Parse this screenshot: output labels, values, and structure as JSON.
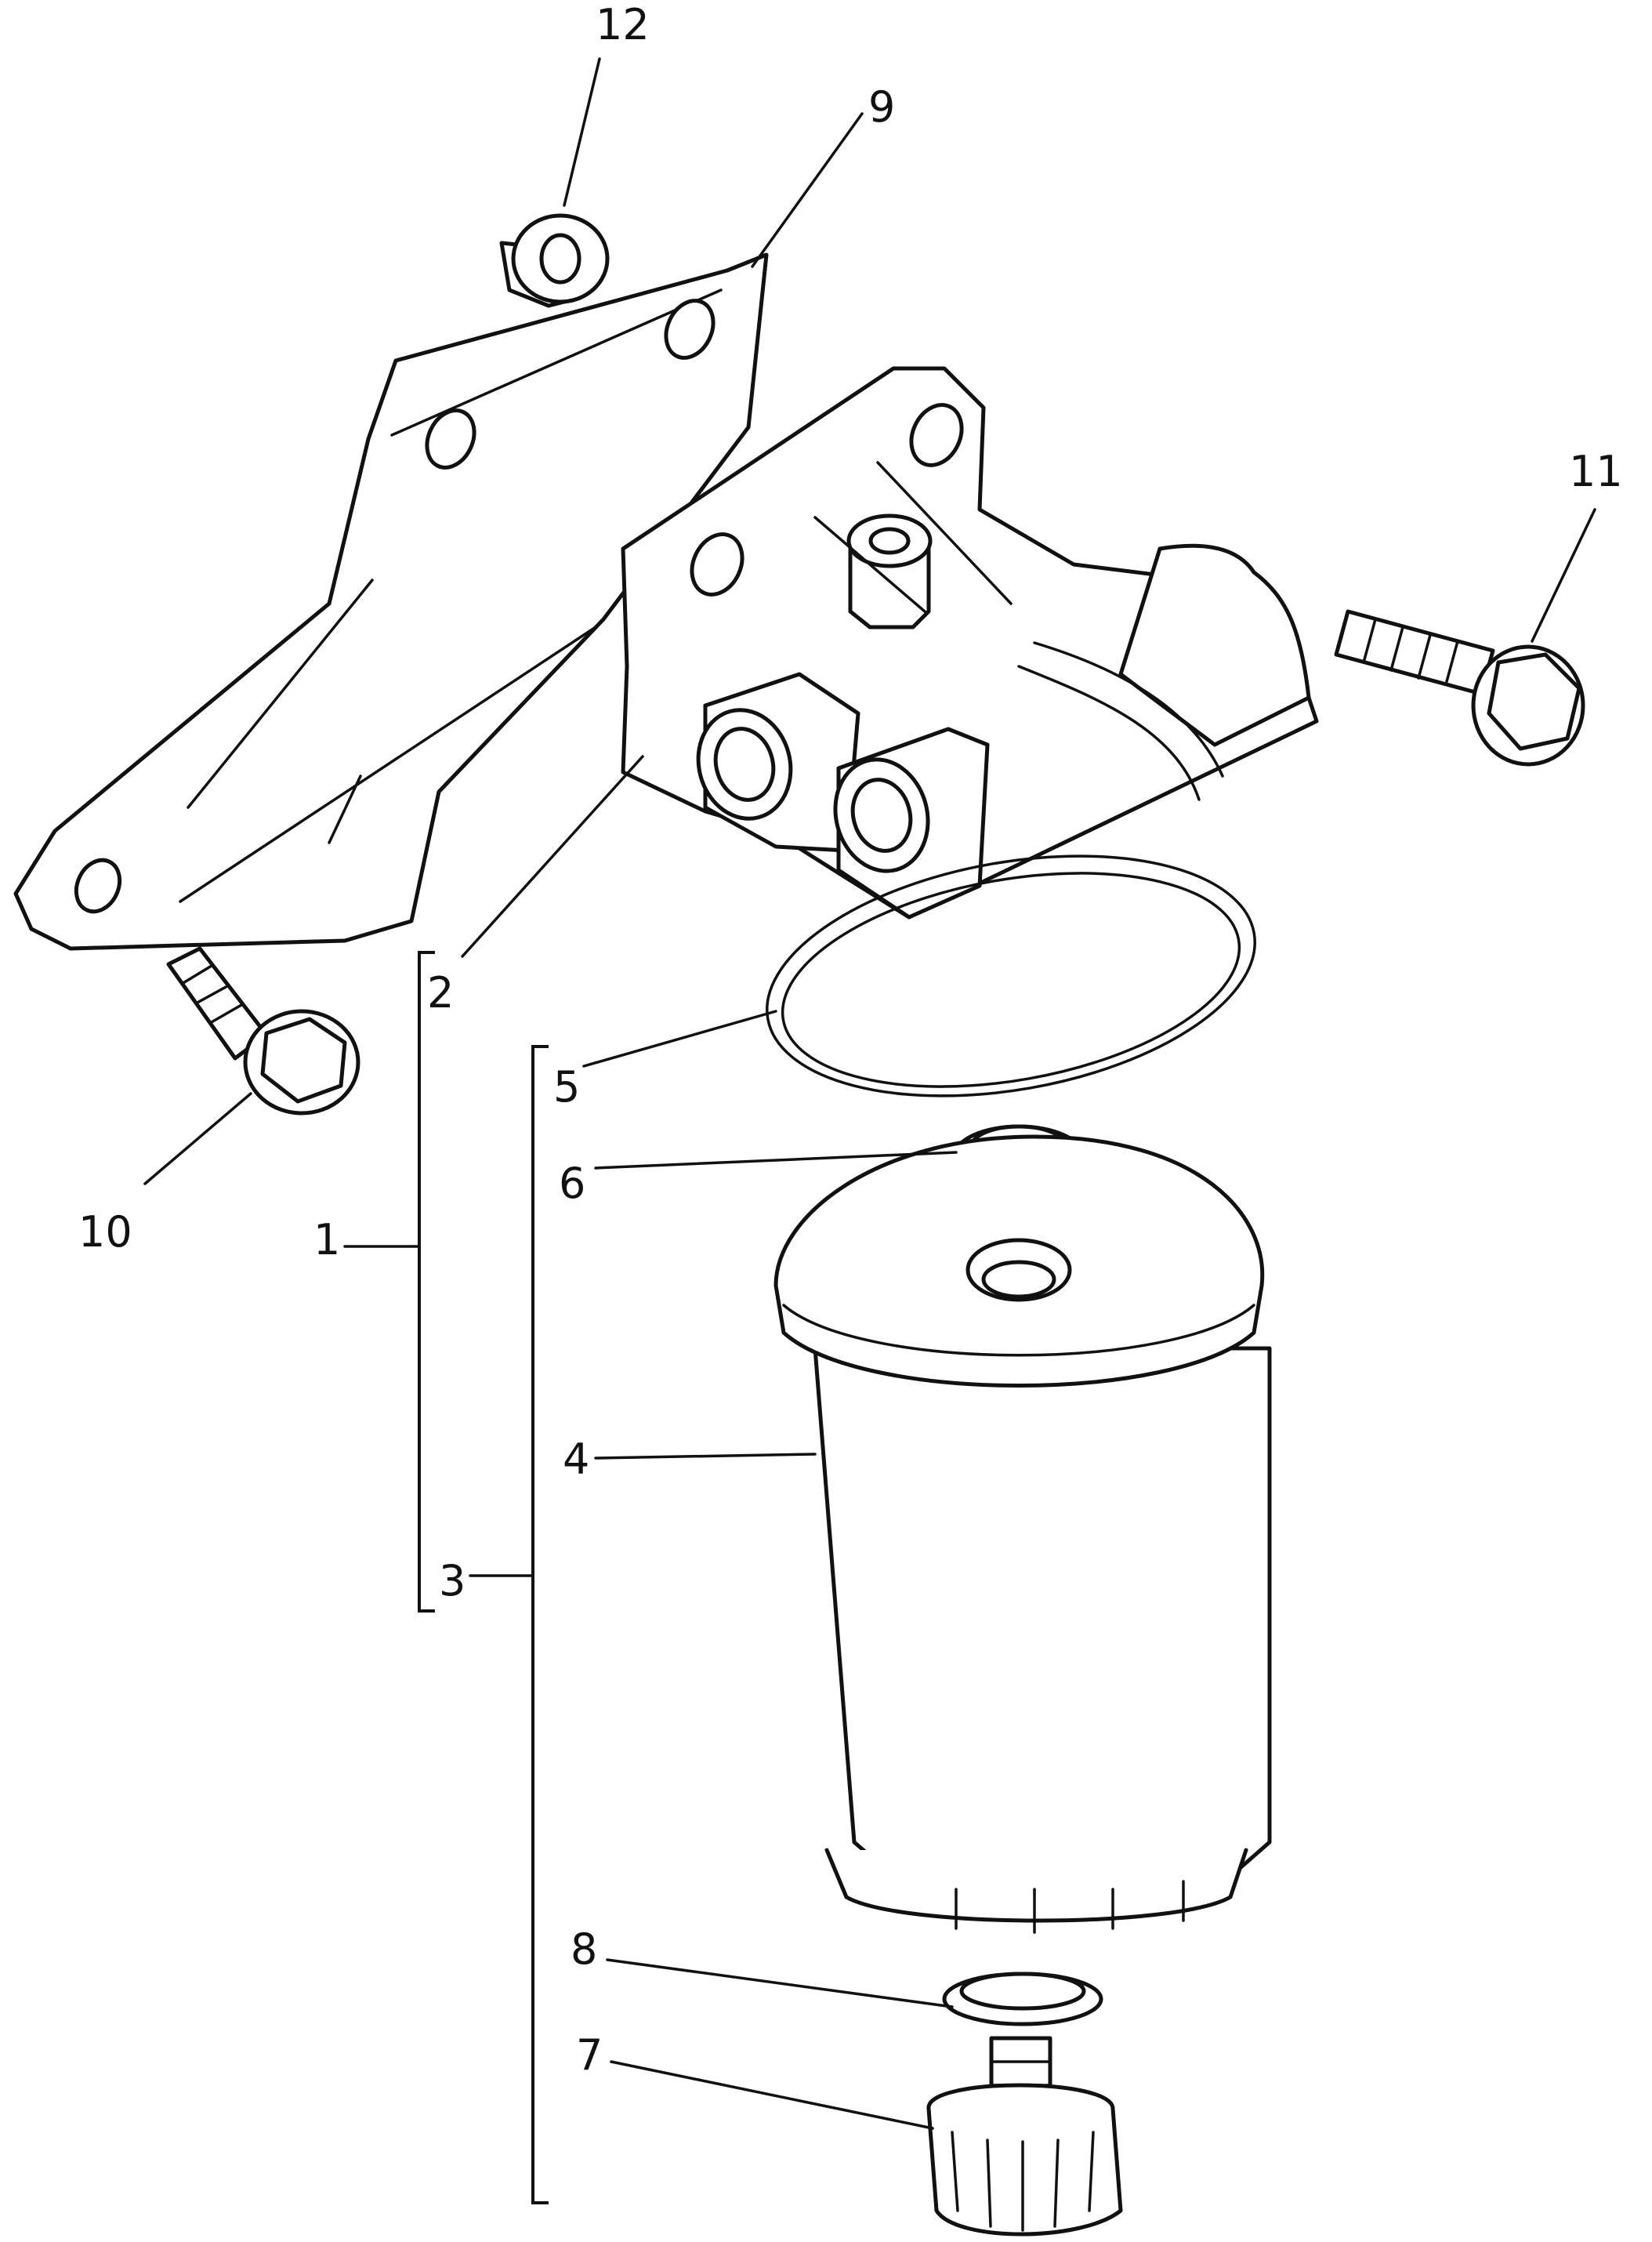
{
  "diagram": {
    "kind": "exploded-parts-drawing",
    "subject": "fuel filter assembly",
    "line_color": "#111111",
    "background": "#ffffff",
    "callouts": [
      "1",
      "2",
      "3",
      "4",
      "5",
      "6",
      "7",
      "8",
      "9",
      "10",
      "11",
      "12"
    ]
  }
}
